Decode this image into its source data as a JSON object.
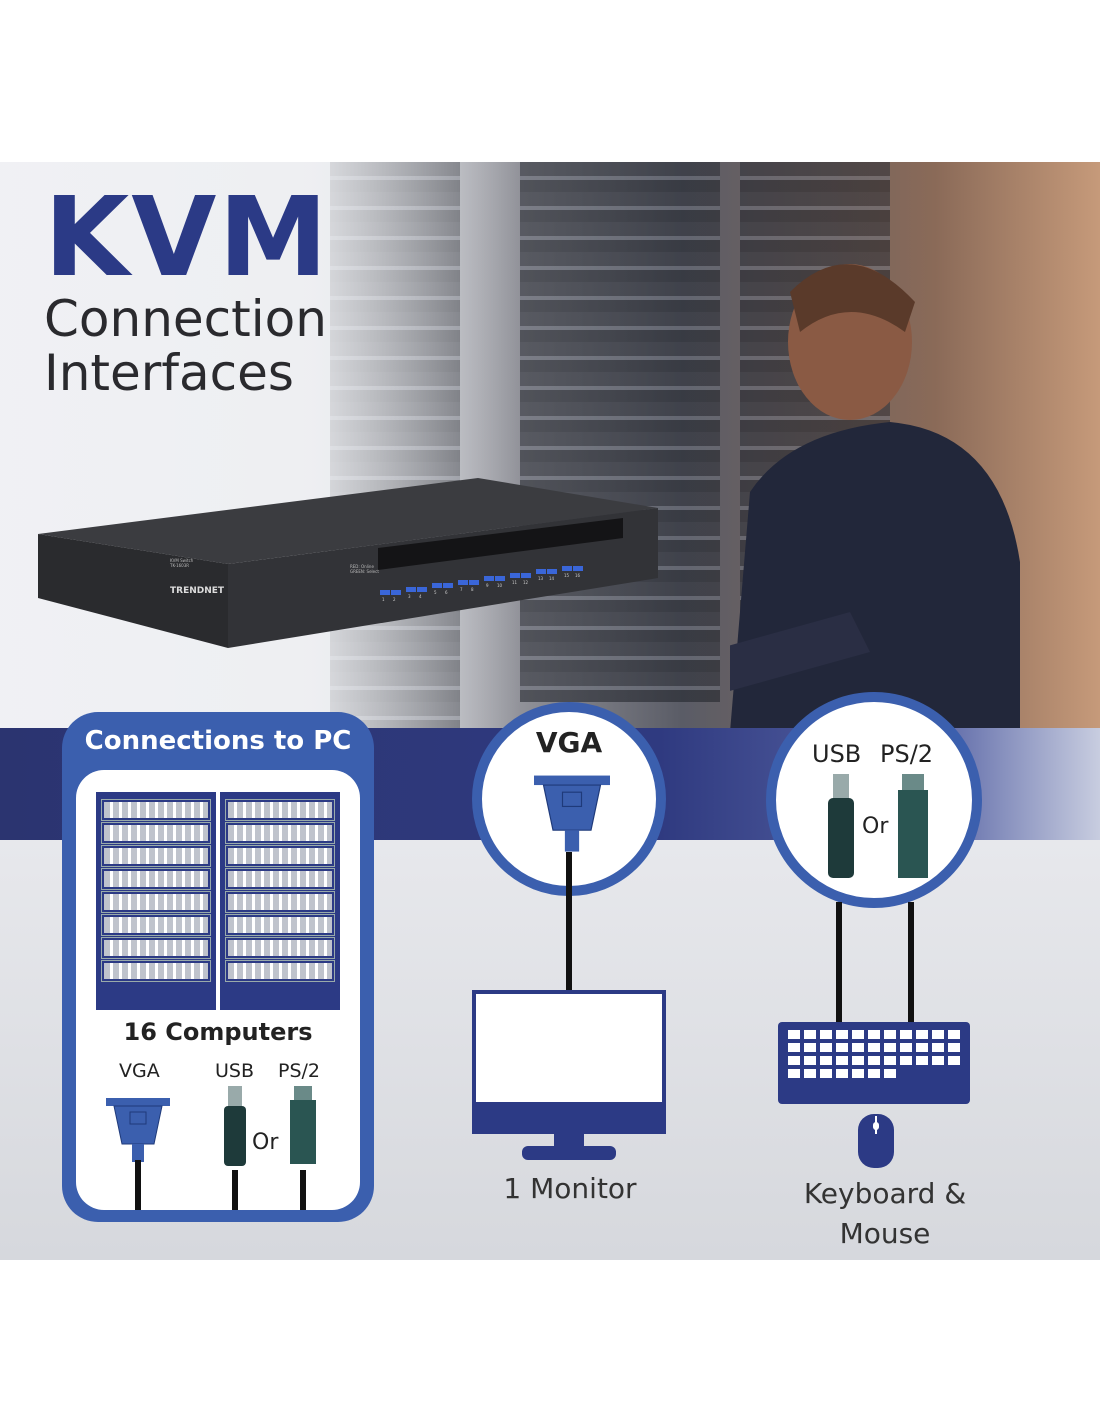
{
  "title": {
    "main": "KVM",
    "line1": "Connection",
    "line2": "Interfaces"
  },
  "device": {
    "brand": "TRENDNET",
    "model_line1": "KVM Switch",
    "model_line2": "TK-1603R",
    "ports_label1": "RED: Online",
    "ports_label2": "GREEN: Select",
    "ports": [
      "1",
      "2",
      "3",
      "4",
      "5",
      "6",
      "7",
      "8",
      "9",
      "10",
      "11",
      "12",
      "13",
      "14",
      "15",
      "16"
    ]
  },
  "pc_card": {
    "header": "Connections to PC",
    "computers": "16 Computers",
    "vga": "VGA",
    "usb": "USB",
    "ps2": "PS/2",
    "or": "Or",
    "rack_servers": 8
  },
  "monitor": {
    "connector": "VGA",
    "label": "1 Monitor"
  },
  "input": {
    "usb": "USB",
    "ps2": "PS/2",
    "or": "Or",
    "label_line1": "Keyboard &",
    "label_line2": "Mouse"
  },
  "colors": {
    "brand_blue": "#3b5fae",
    "navy": "#2b3470",
    "title": "#2b3a86"
  }
}
